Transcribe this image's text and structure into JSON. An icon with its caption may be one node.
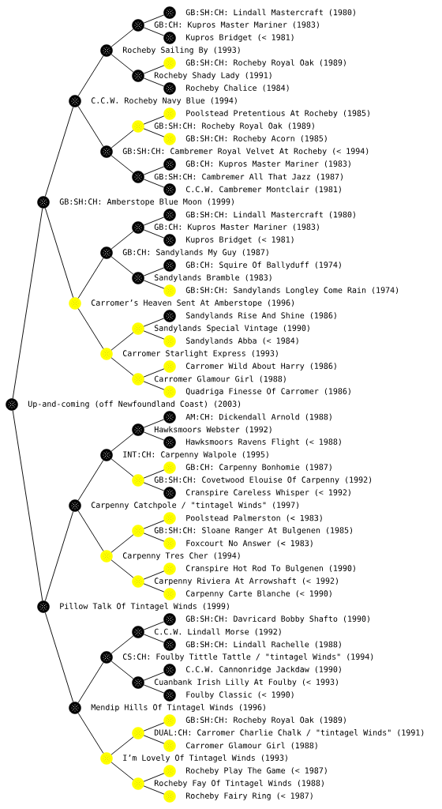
{
  "diagram": {
    "nodes": [
      {
        "text": [
          "GB:SH:CH: Lindall Mastercraft (1980)"
        ]
      },
      {
        "text": [
          "GB:CH: Kupros Master Mariner (1983)"
        ]
      },
      {
        "text": [
          "Kupros Bridget (< 1981)"
        ]
      },
      {
        "text": [
          "Rocheby Sailing By (1993)"
        ]
      },
      {
        "text": [
          "GB:SH:CH: Rocheby Royal Oak (1989)"
        ]
      },
      {
        "text": [
          "Rocheby Shady Lady (1991)"
        ]
      },
      {
        "text": [
          "Rocheby Chalice (1984)"
        ]
      },
      {
        "text": [
          "C.C.W. Rocheby Navy Blue (1994)"
        ]
      },
      {
        "text": [
          "Poolstead Pretentious At Rocheby (1985)"
        ]
      },
      {
        "text": [
          "GB:SH:CH: Rocheby Royal Oak (1989)"
        ]
      },
      {
        "text": [
          "GB:SH:CH: Rocheby Acorn (1985)"
        ]
      },
      {
        "text": [
          "GB:SH:CH: Cambremer Royal Velvet At Rocheby (< 1994)"
        ]
      },
      {
        "text": [
          "GB:CH: Kupros Master Mariner (1983)"
        ]
      },
      {
        "text": [
          "GB:SH:CH: Cambremer All That Jazz (1987)"
        ]
      },
      {
        "text": [
          "C.C.W. Cambremer Montclair (1981)"
        ]
      },
      {
        "text": [
          "GB:SH:CH: Amberstope Blue Moon (1999)"
        ]
      },
      {
        "text": [
          "GB:SH:CH: Lindall Mastercraft (1980)"
        ]
      },
      {
        "text": [
          "GB:CH: Kupros Master Mariner (1983)"
        ]
      },
      {
        "text": [
          "Kupros Bridget (< 1981)"
        ]
      },
      {
        "text": [
          "GB:CH: Sandylands My Guy (1987)"
        ]
      },
      {
        "text": [
          "GB:CH: Squire Of Ballyduff (1974)"
        ]
      },
      {
        "text": [
          "Sandylands Bramble (1983)"
        ]
      },
      {
        "text": [
          "GB:SH:CH: Sandylands Longley Come Rain (1974)"
        ]
      },
      {
        "text": [
          "Carromer’s Heaven Sent At Amberstope (1996)"
        ]
      },
      {
        "text": [
          "Sandylands Rise And Shine (1986)"
        ]
      },
      {
        "text": [
          "Sandylands Special Vintage (1990)"
        ]
      },
      {
        "text": [
          "Sandylands Abba (< 1984)"
        ]
      },
      {
        "text": [
          "Carromer Starlight Express (1993)"
        ]
      },
      {
        "text": [
          "Carromer Wild About Harry (1986)"
        ]
      },
      {
        "text": [
          "Carromer Glamour Girl (1988)"
        ]
      },
      {
        "text": [
          "Quadriga Finesse Of Carromer (1986)"
        ]
      },
      {
        "text": [
          "Up-and-coming (off Newfoundland Coast) (2003)"
        ]
      },
      {
        "text": [
          "AM:CH: Dickendall Arnold (1988)"
        ]
      },
      {
        "text": [
          "Hawksmoors Webster (1992)"
        ]
      },
      {
        "text": [
          "Hawksmoors Ravens Flight (< 1988)"
        ]
      },
      {
        "text": [
          "INT:CH: Carpenny Walpole (1995)"
        ]
      },
      {
        "text": [
          "GB:CH: Carpenny Bonhomie (1987)"
        ]
      },
      {
        "text": [
          "GB:SH:CH: Covetwood Elouise Of Carpenny (1992)"
        ]
      },
      {
        "text": [
          "Cranspire Careless Whisper (< 1992)"
        ]
      },
      {
        "text": [
          "Carpenny Catchpole / \"tintagel Winds\" (1997)"
        ]
      },
      {
        "text": [
          "Poolstead Palmerston (< 1983)"
        ]
      },
      {
        "text": [
          "GB:SH:CH: Sloane Ranger At Bulgenen (1985)"
        ]
      },
      {
        "text": [
          "Foxcourt No Answer (< 1983)"
        ]
      },
      {
        "text": [
          "Carpenny Tres Cher (1994)"
        ]
      },
      {
        "text": [
          "Cranspire Hot Rod To Bulgenen (1990)"
        ]
      },
      {
        "text": [
          "Carpenny Riviera At Arrowshaft (< 1992)"
        ]
      },
      {
        "text": [
          "Carpenny Carte Blanche (< 1990)"
        ]
      },
      {
        "text": [
          "Pillow Talk Of Tintagel Winds (1999)"
        ]
      },
      {
        "text": [
          "GB:SH:CH: Davricard Bobby Shafto (1990)"
        ]
      },
      {
        "text": [
          "C.C.W. Lindall Morse (1992)"
        ]
      },
      {
        "text": [
          "GB:SH:CH: Lindall Rachelle (1988)"
        ]
      },
      {
        "text": [
          "CS:CH: Foulby Tittle Tattle / \"tintagel Winds\" (1994)"
        ]
      },
      {
        "text": [
          "C.C.W. Cannonridge Jackdaw (1990)"
        ]
      },
      {
        "text": [
          "Cuanbank Irish Lilly At Foulby (< 1993)"
        ]
      },
      {
        "text": [
          "Foulby Classic (< 1990)"
        ]
      },
      {
        "text": [
          "Mendip Hills Of Tintagel Winds (1996)"
        ]
      },
      {
        "text": [
          "GB:SH:CH: Rocheby Royal Oak (1989)"
        ]
      },
      {
        "text": [
          "DUAL:CH: Carromer Charlie Chalk / \"tintagel Winds\" (1991)"
        ]
      },
      {
        "text": [
          "Carromer Glamour Girl (1988)"
        ]
      },
      {
        "text": [
          "I’m Lovely Of Tintagel Winds (1993)"
        ]
      },
      {
        "text": [
          "Rocheby Play The Game (< 1987)"
        ]
      },
      {
        "text": [
          "Rocheby Fay Of Tintagel Winds (1988)"
        ]
      },
      {
        "text": [
          "Rocheby Fairy Ring (< 1987)"
        ]
      }
    ],
    "edges": [
      {
        "from": 31,
        "to": 15,
        "arrow": "none"
      },
      {
        "from": 31,
        "to": 47,
        "arrow": "none"
      },
      {
        "from": 15,
        "to": 7,
        "arrow": "none"
      },
      {
        "from": 15,
        "to": 23,
        "arrow": "none"
      },
      {
        "from": 47,
        "to": 39,
        "arrow": "none"
      },
      {
        "from": 47,
        "to": 55,
        "arrow": "none"
      },
      {
        "from": 7,
        "to": 3,
        "arrow": "none"
      },
      {
        "from": 7,
        "to": 11,
        "arrow": "none"
      },
      {
        "from": 23,
        "to": 19,
        "arrow": "none"
      },
      {
        "from": 23,
        "to": 27,
        "arrow": "none"
      },
      {
        "from": 39,
        "to": 35,
        "arrow": "none"
      },
      {
        "from": 39,
        "to": 43,
        "arrow": "none"
      },
      {
        "from": 55,
        "to": 51,
        "arrow": "none"
      },
      {
        "from": 55,
        "to": 59,
        "arrow": "none"
      },
      {
        "from": 3,
        "to": 1,
        "arrow": "none"
      },
      {
        "from": 3,
        "to": 5,
        "arrow": "none"
      },
      {
        "from": 11,
        "to": 9,
        "arrow": "none"
      },
      {
        "from": 11,
        "to": 13,
        "arrow": "none"
      },
      {
        "from": 19,
        "to": 17,
        "arrow": "none"
      },
      {
        "from": 19,
        "to": 21,
        "arrow": "none"
      },
      {
        "from": 27,
        "to": 25,
        "arrow": "none"
      },
      {
        "from": 27,
        "to": 29,
        "arrow": "none"
      },
      {
        "from": 35,
        "to": 33,
        "arrow": "none"
      },
      {
        "from": 35,
        "to": 37,
        "arrow": "none"
      },
      {
        "from": 43,
        "to": 41,
        "arrow": "none"
      },
      {
        "from": 43,
        "to": 45,
        "arrow": "none"
      },
      {
        "from": 51,
        "to": 49,
        "arrow": "none"
      },
      {
        "from": 51,
        "to": 53,
        "arrow": "none"
      },
      {
        "from": 59,
        "to": 57,
        "arrow": "none"
      },
      {
        "from": 59,
        "to": 61,
        "arrow": "none"
      },
      {
        "from": 1,
        "to": 0,
        "arrow": "none"
      },
      {
        "from": 1,
        "to": 2,
        "arrow": "none"
      },
      {
        "from": 5,
        "to": 4,
        "arrow": "none"
      },
      {
        "from": 5,
        "to": 6,
        "arrow": "none"
      },
      {
        "from": 9,
        "to": 8,
        "arrow": "none"
      },
      {
        "from": 9,
        "to": 10,
        "arrow": "none"
      },
      {
        "from": 13,
        "to": 12,
        "arrow": "none"
      },
      {
        "from": 13,
        "to": 14,
        "arrow": "none"
      },
      {
        "from": 17,
        "to": 16,
        "arrow": "none"
      },
      {
        "from": 17,
        "to": 18,
        "arrow": "none"
      },
      {
        "from": 21,
        "to": 20,
        "arrow": "none"
      },
      {
        "from": 21,
        "to": 22,
        "arrow": "none"
      },
      {
        "from": 25,
        "to": 24,
        "arrow": "none"
      },
      {
        "from": 25,
        "to": 26,
        "arrow": "none"
      },
      {
        "from": 29,
        "to": 28,
        "arrow": "none"
      },
      {
        "from": 29,
        "to": 30,
        "arrow": "none"
      },
      {
        "from": 33,
        "to": 32,
        "arrow": "none"
      },
      {
        "from": 33,
        "to": 34,
        "arrow": "none"
      },
      {
        "from": 37,
        "to": 36,
        "arrow": "none"
      },
      {
        "from": 37,
        "to": 38,
        "arrow": "none"
      },
      {
        "from": 41,
        "to": 40,
        "arrow": "none"
      },
      {
        "from": 41,
        "to": 42,
        "arrow": "none"
      },
      {
        "from": 45,
        "to": 44,
        "arrow": "none"
      },
      {
        "from": 45,
        "to": 46,
        "arrow": "none"
      },
      {
        "from": 49,
        "to": 48,
        "arrow": "none"
      },
      {
        "from": 49,
        "to": 50,
        "arrow": "none"
      },
      {
        "from": 53,
        "to": 52,
        "arrow": "none"
      },
      {
        "from": 53,
        "to": 54,
        "arrow": "none"
      },
      {
        "from": 57,
        "to": 56,
        "arrow": "none"
      },
      {
        "from": 57,
        "to": 58,
        "arrow": "none"
      },
      {
        "from": 61,
        "to": 60,
        "arrow": "none"
      },
      {
        "from": 61,
        "to": 62,
        "arrow": "none"
      }
    ]
  }
}
